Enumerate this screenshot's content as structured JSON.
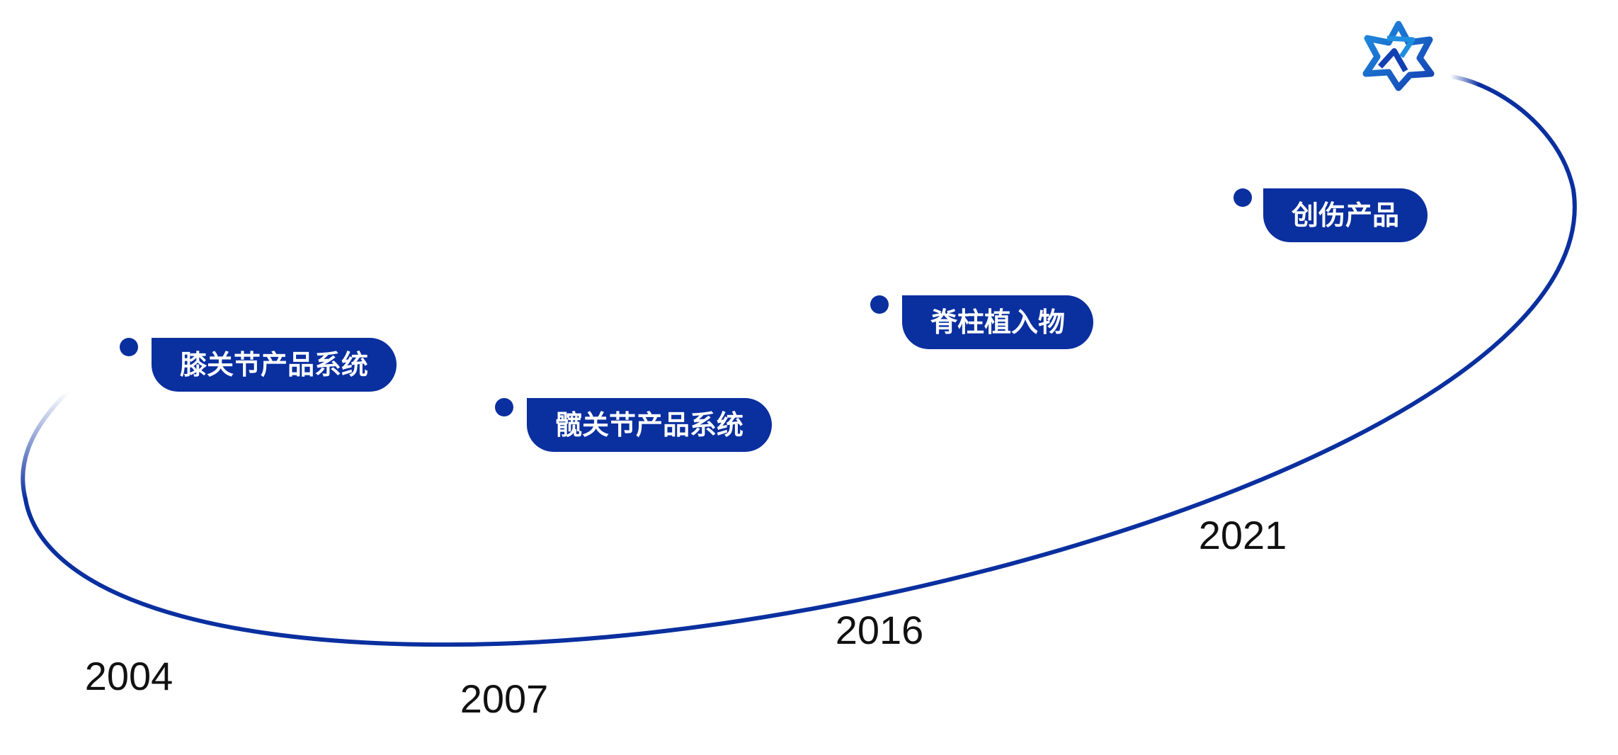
{
  "colors": {
    "primary": "#0a2f9f",
    "logo_light": "#1f8ee0",
    "logo_dark": "#143fb2",
    "year_text": "#111111",
    "background": "#ffffff"
  },
  "milestones": [
    {
      "year": "2004",
      "label": "膝关节产品系统"
    },
    {
      "year": "2007",
      "label": "髋关节产品系统"
    },
    {
      "year": "2016",
      "label": "脊柱植入物"
    },
    {
      "year": "2021",
      "label": "创伤产品"
    }
  ],
  "logo": {
    "icon": "star-logo-icon"
  }
}
